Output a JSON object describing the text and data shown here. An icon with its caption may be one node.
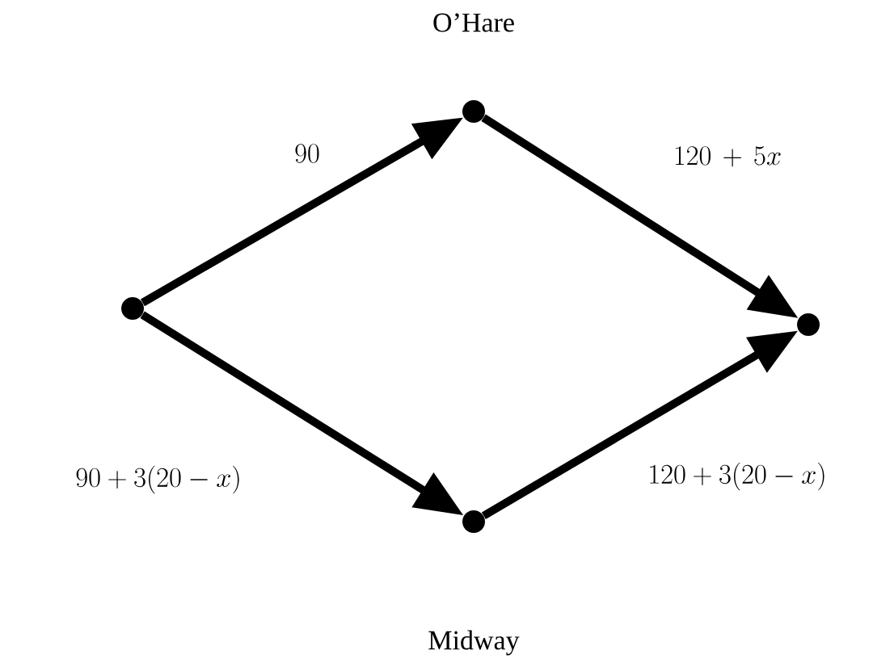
{
  "diagram": {
    "nodes": [
      {
        "text": [],
        "shape": "circle"
      },
      {
        "text": [],
        "shape": "circle",
        "beside": [
          "O’Hare"
        ]
      },
      {
        "text": [],
        "shape": "circle",
        "beside": [
          "Midway"
        ]
      },
      {
        "text": [],
        "shape": "circle"
      }
    ],
    "edges": [
      {
        "from": 0,
        "to": 1,
        "arrow": "to",
        "label": "90"
      },
      {
        "from": 1,
        "to": 3,
        "arrow": "to",
        "label": "120\\,+\\,5x"
      },
      {
        "from": 0,
        "to": 2,
        "arrow": "to",
        "label": "90+3(20-x)"
      },
      {
        "from": 2,
        "to": 3,
        "arrow": "to",
        "label": "120+3(20-x)"
      }
    ]
  }
}
